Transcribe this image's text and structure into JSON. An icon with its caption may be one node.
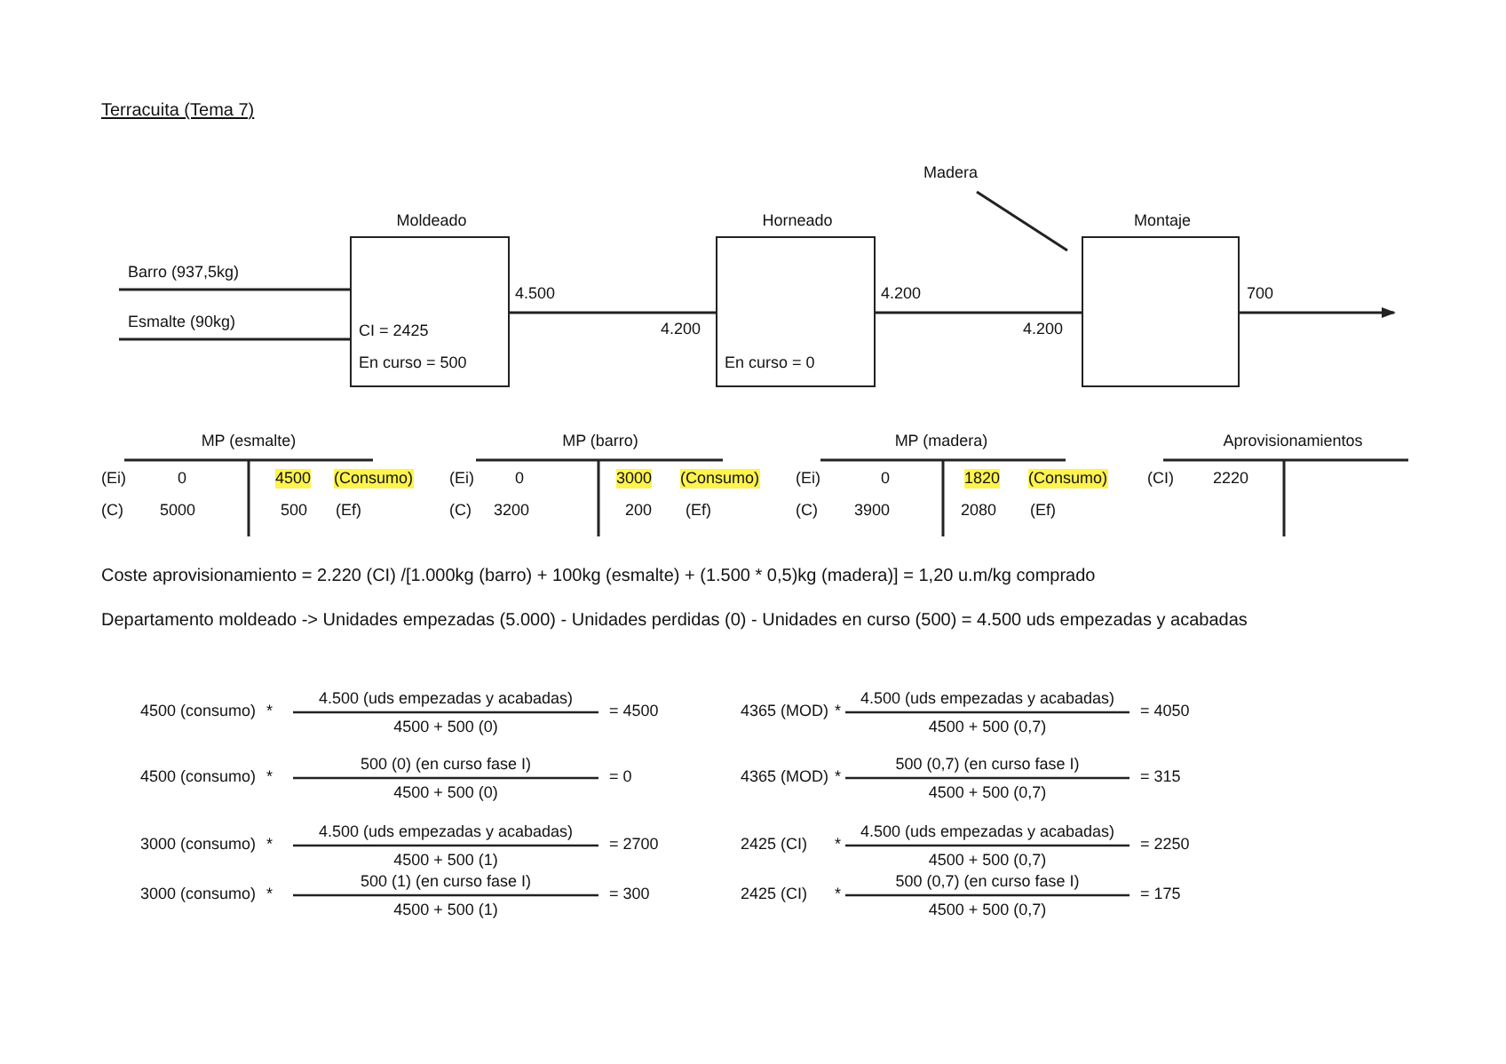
{
  "diagram": {
    "title": "Terracuita (Tema 7)",
    "nodes": [
      {
        "text": [
          "Barro (937,5kg)"
        ]
      },
      {
        "text": [
          "Esmalte (90kg)"
        ]
      },
      {
        "text": [
          "Moldeado",
          "CI = 2425",
          "En curso = 500"
        ]
      },
      {
        "text": [
          "Horneado",
          "En curso = 0"
        ]
      },
      {
        "text": [
          "Madera"
        ]
      },
      {
        "text": [
          "Montaje"
        ]
      }
    ],
    "edges": [
      {
        "from": 0,
        "to": 2,
        "arrow": "none"
      },
      {
        "from": 1,
        "to": 2,
        "arrow": "none"
      },
      {
        "from": 2,
        "to": 3,
        "arrow": "none",
        "label": "4.500"
      },
      {
        "from": 4,
        "to": 5,
        "arrow": "none"
      },
      {
        "from": 3,
        "to": 5,
        "arrow": "none",
        "label": "4.200"
      },
      {
        "from": 5,
        "to": null,
        "arrow": "to",
        "label": "700"
      }
    ],
    "labels": [
      "4.200",
      "4.200",
      "MP (esmalte)",
      "(Ei)",
      "0",
      "4500",
      "(Consumo)",
      "(C)",
      "5000",
      "500",
      "(Ef)",
      "MP (barro)",
      "(Ei)",
      "0",
      "3000",
      "(Consumo)",
      "(C)",
      "3200",
      "200",
      "(Ef)",
      "MP (madera)",
      "(Ei)",
      "0",
      "1820",
      "(Consumo)",
      "(C)",
      "3900",
      "2080",
      "(Ef)",
      "Aprovisionamientos",
      "(CI)",
      "2220",
      "Coste aprovisionamiento = 2.220 (CI) /[1.000kg (barro) + 100kg (esmalte) + (1.500 * 0,5)kg (madera)] = 1,20 u.m/kg comprado",
      "Departamento moldeado -> Unidades empezadas (5.000) - Unidades perdidas (0) - Unidades en curso (500) = 4.500 uds empezadas y acabadas",
      "4500 (consumo)",
      "*",
      "4.500 (uds empezadas y acabadas)",
      "4500 + 500 (0)",
      "= 4500",
      "4365 (MOD)",
      "*",
      "4.500 (uds empezadas y acabadas)",
      "4500 + 500 (0,7)",
      "= 4050",
      "4500 (consumo)",
      "*",
      "500 (0) (en curso fase I)",
      "4500 + 500 (0)",
      "= 0",
      "4365 (MOD)",
      "*",
      "500 (0,7) (en curso fase I)",
      "4500 + 500 (0,7)",
      "= 315",
      "3000 (consumo)",
      "*",
      "4.500 (uds empezadas y acabadas)",
      "4500 + 500 (1)",
      "= 2700",
      "2425 (CI)",
      "*",
      "4.500 (uds empezadas y acabadas)",
      "4500 + 500 (0,7)",
      "= 2250",
      "3000 (consumo)",
      "*",
      "500 (1) (en curso fase I)",
      "4500 + 500 (1)",
      "= 300",
      "2425 (CI)",
      "*",
      "500 (0,7) (en curso fase I)",
      "4500 + 500 (0,7)",
      "= 175"
    ]
  }
}
